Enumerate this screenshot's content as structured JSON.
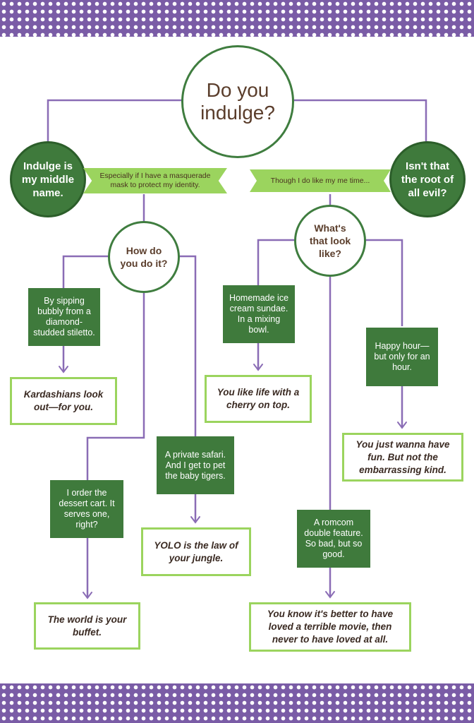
{
  "colors": {
    "purple": "#7a5ca6",
    "line": "#8a6cb5",
    "dark_green": "#3f7a3c",
    "light_green": "#9bd45e",
    "brown_text": "#5a3d2b"
  },
  "root": {
    "question": "Do you indulge?"
  },
  "left_branch": {
    "answer": "Indulge is my middle name.",
    "banner": "Especially if I have a masquerade mask to protect my identity.",
    "question": "How do you do it?",
    "options": [
      {
        "choice": "By sipping bubbly from a diamond-studded stiletto.",
        "result": "Kardashians look out—for you."
      },
      {
        "choice": "I order the dessert cart. It serves one, right?",
        "result": "The world is your buffet."
      },
      {
        "choice": "A private safari. And I get to pet the baby tigers.",
        "result": "YOLO is the law of your jungle."
      }
    ]
  },
  "right_branch": {
    "answer": "Isn't that the root of all evil?",
    "banner": "Though I do like my me time...",
    "question": "What's that look like?",
    "options": [
      {
        "choice": "Homemade ice cream sundae. In a mixing bowl.",
        "result": "You like life with a cherry on top."
      },
      {
        "choice": "A romcom double feature. So bad, but so good.",
        "result": "You know it's better to have loved a terrible movie, then never to have loved at all."
      },
      {
        "choice": "Happy hour—but only for an hour.",
        "result": "You just wanna have fun. But not the embarrassing kind."
      }
    ]
  }
}
